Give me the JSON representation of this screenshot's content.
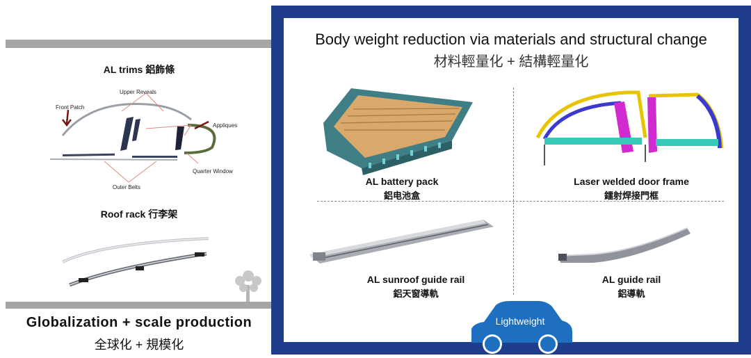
{
  "left": {
    "al_trims_title": "AL trims 鋁飾條",
    "labels": {
      "front_patch": "Front Patch",
      "upper_reveals": "Upper Reveals",
      "appliques": "Appliques",
      "quarter_window": "Quarter Window",
      "outer_belts": "Outer Belts"
    },
    "roof_rack_title": "Roof rack 行李架",
    "bottom_title": "Globalization + scale production",
    "bottom_subtitle": "全球化 + 規模化"
  },
  "right": {
    "title": "Body weight reduction via materials and structural change",
    "subtitle": "材料輕量化 + 結構輕量化",
    "items": [
      {
        "name": "AL battery pack",
        "zh": "鋁电池盒"
      },
      {
        "name": "Laser welded door frame",
        "zh": "鐳射焊接門框"
      },
      {
        "name": "AL sunroof guide rail",
        "zh": "鋁天窗導軌"
      },
      {
        "name": "AL guide rail",
        "zh": "鋁導軌"
      }
    ],
    "car_label": "Lightweight"
  },
  "colors": {
    "frame_blue": "#1f3d8a",
    "car_blue": "#1f6fc0",
    "grey_bar": "#a6a6a6"
  }
}
